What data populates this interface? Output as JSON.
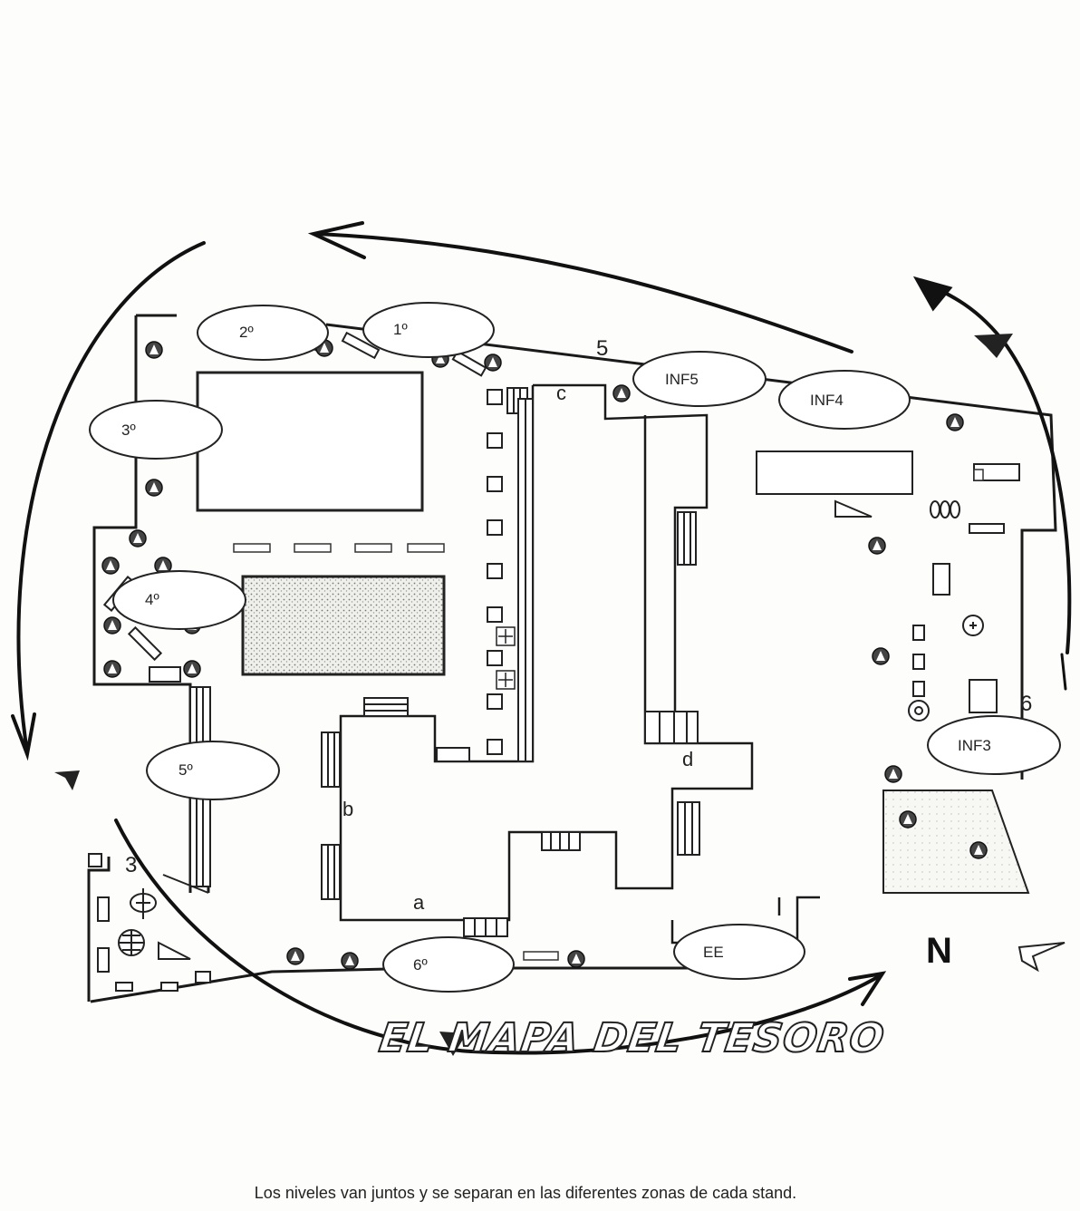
{
  "zones": {
    "z1": "1º",
    "z2": "2º",
    "z3": "3º",
    "z4": "4º",
    "z5": "5º",
    "z6": "6º",
    "inf5": "INF5",
    "inf4": "INF4",
    "inf3": "INF3",
    "ee": "EE"
  },
  "letters": {
    "a": "a",
    "b": "b",
    "c": "c",
    "d": "d"
  },
  "numbers": {
    "n3": "3",
    "n5": "5",
    "n6": "6"
  },
  "title": "EL MAPA DEL TESORO",
  "compass": "N",
  "caption": "Los niveles van juntos y se separan en las diferentes zonas de cada stand."
}
